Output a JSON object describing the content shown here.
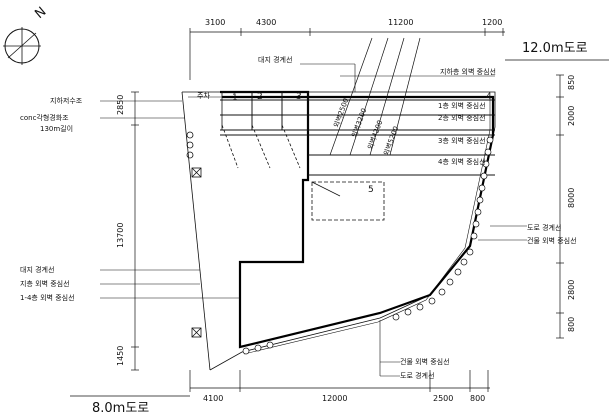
{
  "compass": {
    "north_label": "N"
  },
  "dimensions_top": [
    "3100",
    "4300",
    "11200",
    "1200"
  ],
  "dimensions_bottom": [
    "4100",
    "12000",
    "2500",
    "800"
  ],
  "dimensions_left": [
    "2850",
    "13700",
    "1450"
  ],
  "dimensions_right": [
    "850",
    "2000",
    "8000",
    "2800",
    "800"
  ],
  "roads": {
    "north": "12.0m도로",
    "south": "8.0m도로"
  },
  "labels_left": {
    "tank": "지하저수조",
    "conc": "conc각형경화조",
    "conc_len": "130m길이",
    "boundary": "대지 경계선",
    "basement_wall": "지층 외벽 중심선",
    "floors_wall": "1-4층 외벽 중심선"
  },
  "labels_top": {
    "site_boundary": "대지 경계선",
    "basement_wall": "지하층 외벽 중심선"
  },
  "labels_right": {
    "f1": "1층 외벽 중심선",
    "f2": "2층 외벽 중심선",
    "f3": "3층 외벽 중심선",
    "f4": "4층 외벽 중심선",
    "road_boundary": "도로 경계선",
    "bldg_wall": "건물 외벽 중심선"
  },
  "labels_bottom": {
    "bldg_wall": "건물 외벽 중심선",
    "road_boundary": "도로 경계선"
  },
  "parking_label": "주차",
  "floor_numbers": [
    "1",
    "2",
    "3",
    "4",
    "5"
  ],
  "setback_lines": [
    "외벽2500",
    "외벽3200",
    "외벽4200",
    "외벽5200"
  ]
}
